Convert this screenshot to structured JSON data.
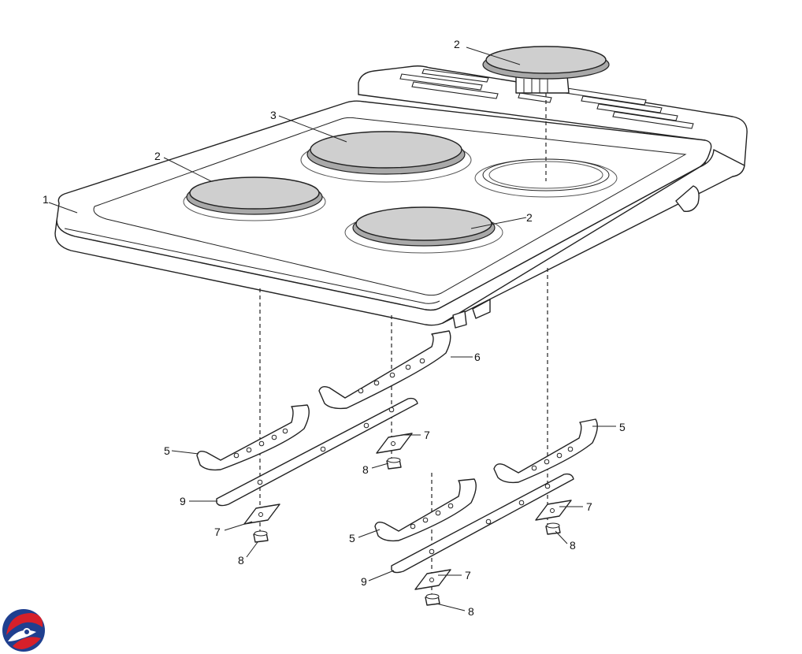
{
  "callouts": {
    "c1": "1",
    "c2_top": "2",
    "c2_left": "2",
    "c2_right": "2",
    "c3": "3",
    "c5_left": "5",
    "c5_right": "5",
    "c5_bottom": "5",
    "c6": "6",
    "c7_a": "7",
    "c7_b": "7",
    "c7_c": "7",
    "c7_d": "7",
    "c8_a": "8",
    "c8_b": "8",
    "c8_c": "8",
    "c8_d": "8",
    "c9_left": "9",
    "c9_right": "9"
  },
  "logo": {
    "icon": "brand-swirl-logo"
  },
  "colors": {
    "line": "#222222",
    "burner": "#cfcfcf",
    "logo_red": "#d6202a",
    "logo_blue": "#1f3f8f"
  }
}
